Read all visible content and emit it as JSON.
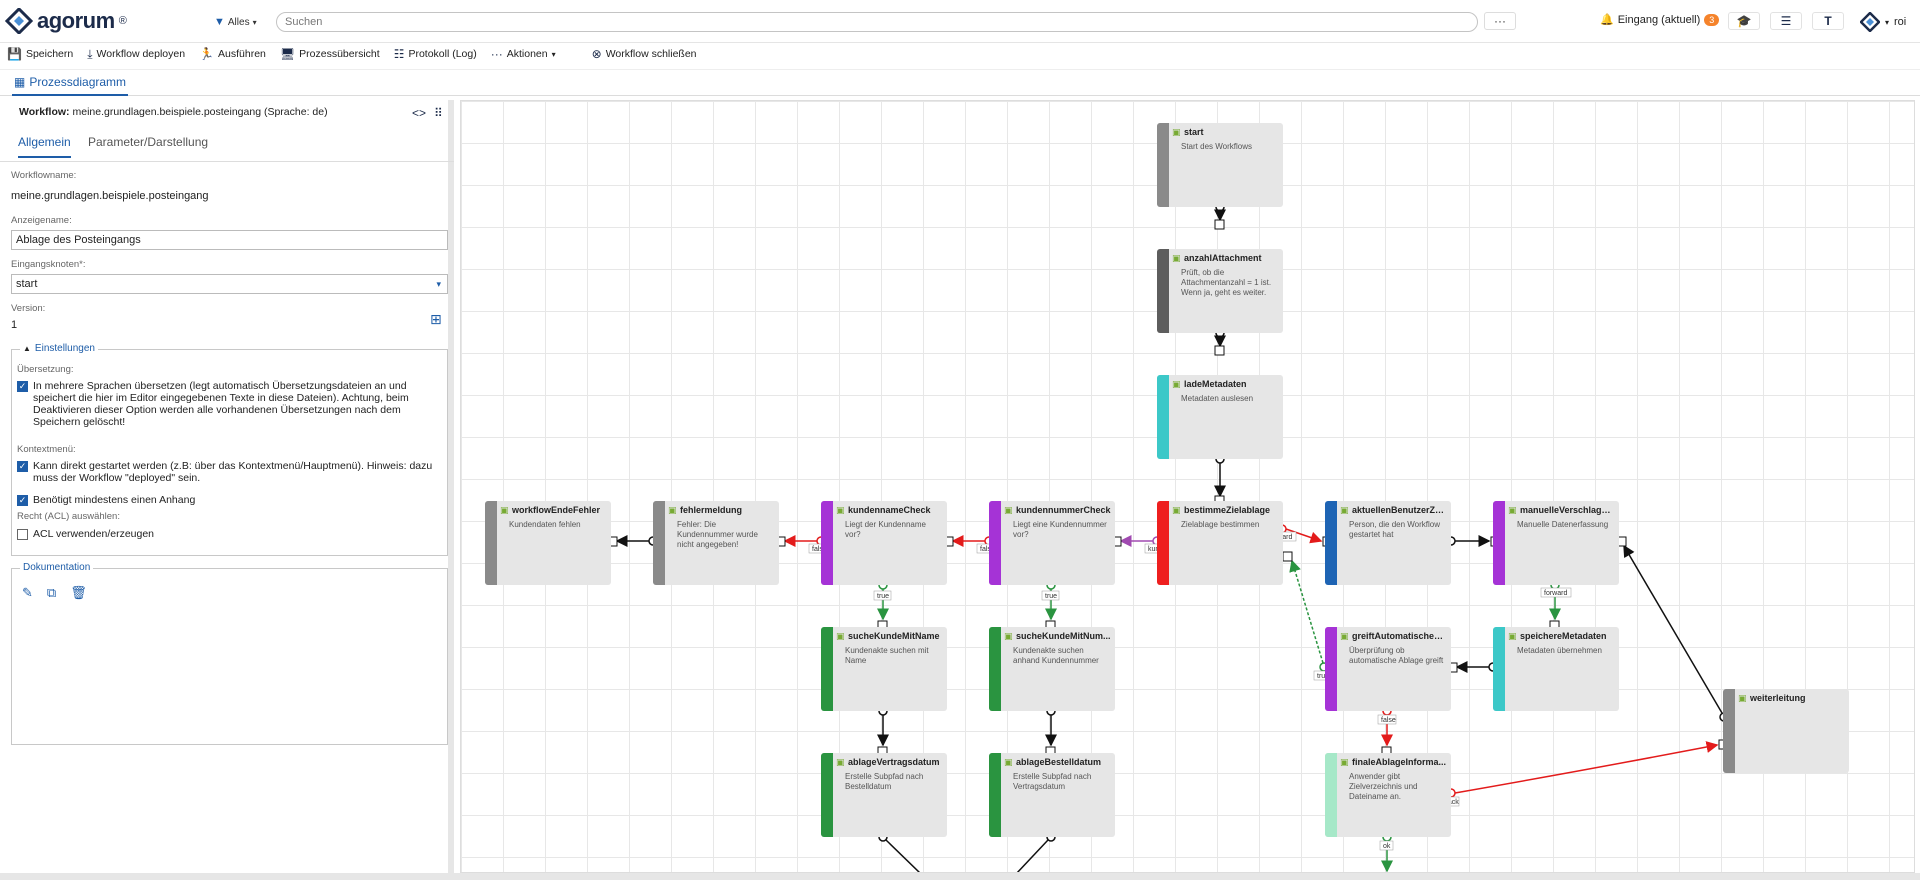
{
  "app": {
    "logo": "agorum",
    "logo_mark": "®"
  },
  "top": {
    "scope": "Alles",
    "search_placeholder": "Suchen",
    "more": "···",
    "inbox_label": "Eingang (aktuell)",
    "inbox_count": "3",
    "user": "roi"
  },
  "toolbar": {
    "save": "Speichern",
    "deploy": "Workflow deployen",
    "run": "Ausführen",
    "overview": "Prozessübersicht",
    "log": "Protokoll (Log)",
    "actions": "Aktionen",
    "close": "Workflow schließen"
  },
  "tab": {
    "label": "Prozessdiagramm"
  },
  "panel": {
    "title_prefix": "Workflow:",
    "title_value": "meine.grundlagen.beispiele.posteingang (Sprache: de)",
    "subtabs": [
      "Allgemein",
      "Parameter/Darstellung"
    ],
    "workflowname_label": "Workflowname:",
    "workflowname_value": "meine.grundlagen.beispiele.posteingang",
    "anzeigename_label": "Anzeigename:",
    "anzeigename_value": "Ablage des Posteingangs",
    "eingangsknoten_label": "Eingangsknoten*:",
    "eingangsknoten_value": "start",
    "version_label": "Version:",
    "version_value": "1",
    "einstellungen_legend": "Einstellungen",
    "uebersetzung_label": "Übersetzung:",
    "uebersetzung_text": "In mehrere Sprachen übersetzen (legt automatisch Übersetzungsdateien an und speichert die hier im Editor eingegebenen Texte in diese Dateien). Achtung, beim Deaktivieren dieser Option werden alle vorhandenen Übersetzungen nach dem Speichern gelöscht!",
    "kontextmenue_label": "Kontextmenü:",
    "kontextmenue_text": "Kann direkt gestartet werden (z.B: über das Kontextmenü/Hauptmenü). Hinweis: dazu muss der Workflow \"deployed\" sein.",
    "anhang_text": "Benötigt mindestens einen Anhang",
    "acl_label": "Recht (ACL) auswählen:",
    "acl_text": "ACL verwenden/erzeugen",
    "doku_legend": "Dokumentation"
  },
  "nodes": [
    {
      "id": "start",
      "title": "start",
      "desc": "Start des Workflows",
      "color": "#8a8a8a"
    },
    {
      "id": "anzahlAttachment",
      "title": "anzahlAttachment",
      "desc": "Prüft, ob die Attachmentanzahl = 1 ist. Wenn ja, geht es weiter.",
      "color": "#5d5d5d"
    },
    {
      "id": "ladeMetadaten",
      "title": "ladeMetadaten",
      "desc": "Metadaten auslesen",
      "color": "#3cc8c8"
    },
    {
      "id": "workflowEndeFehler",
      "title": "workflowEndeFehler",
      "desc": "Kundendaten fehlen",
      "color": "#8a8a8a"
    },
    {
      "id": "fehlermeldung",
      "title": "fehlermeldung",
      "desc": "Fehler: Die Kundennummer wurde nicht angegeben!",
      "color": "#8a8a8a"
    },
    {
      "id": "kundennameCheck",
      "title": "kundennameCheck",
      "desc": "Liegt der Kundenname vor?",
      "color": "#a533d6"
    },
    {
      "id": "kundennummerCheck",
      "title": "kundennummerCheck",
      "desc": "Liegt eine Kundennummer vor?",
      "color": "#a533d6"
    },
    {
      "id": "bestimmeZielablage",
      "title": "bestimmeZielablage",
      "desc": "Zielablage bestimmen",
      "color": "#ee1f1f"
    },
    {
      "id": "aktuellenBenutzer",
      "title": "aktuellenBenutzerZu...",
      "desc": "Person, die den Workflow gestartet hat",
      "color": "#1e64b4"
    },
    {
      "id": "manuelleVerschlag",
      "title": "manuelleVerschlagw...",
      "desc": "Manuelle Datenerfassung",
      "color": "#a533d6"
    },
    {
      "id": "sucheKundeMitName",
      "title": "sucheKundeMitName",
      "desc": "Kundenakte suchen mit Name",
      "color": "#2a9440"
    },
    {
      "id": "sucheKundeMitNum",
      "title": "sucheKundeMitNum...",
      "desc": "Kundenakte suchen anhand Kundennummer",
      "color": "#2a9440"
    },
    {
      "id": "greiftAutomatische",
      "title": "greiftAutomatischeA...",
      "desc": "Überprüfung ob automatische Ablage greift",
      "color": "#a533d6"
    },
    {
      "id": "speichereMetadaten",
      "title": "speichereMetadaten",
      "desc": "Metadaten übernehmen",
      "color": "#3cc8c8"
    },
    {
      "id": "weiterleitung",
      "title": "weiterleitung",
      "desc": "",
      "color": "#8a8a8a"
    },
    {
      "id": "ablageVertragsdatum",
      "title": "ablageVertragsdatum",
      "desc": "Erstelle Subpfad nach Bestelldatum",
      "color": "#2a9440"
    },
    {
      "id": "ablageBestelldatum",
      "title": "ablageBestelldatum",
      "desc": "Erstelle Subpfad nach Vertragsdatum",
      "color": "#2a9440"
    },
    {
      "id": "finaleAblage",
      "title": "finaleAblageInforma...",
      "desc": "Anwender gibt Zielverzeichnis und Dateiname an.",
      "color": "#a6e8c8"
    }
  ],
  "edge_labels": {
    "false1": "false",
    "false2": "false",
    "kunde": "kunde",
    "forward": "forward",
    "true1": "true",
    "true2": "true",
    "true3": "true",
    "forward2": "forward",
    "false3": "false",
    "back": "back",
    "ok": "ok"
  }
}
